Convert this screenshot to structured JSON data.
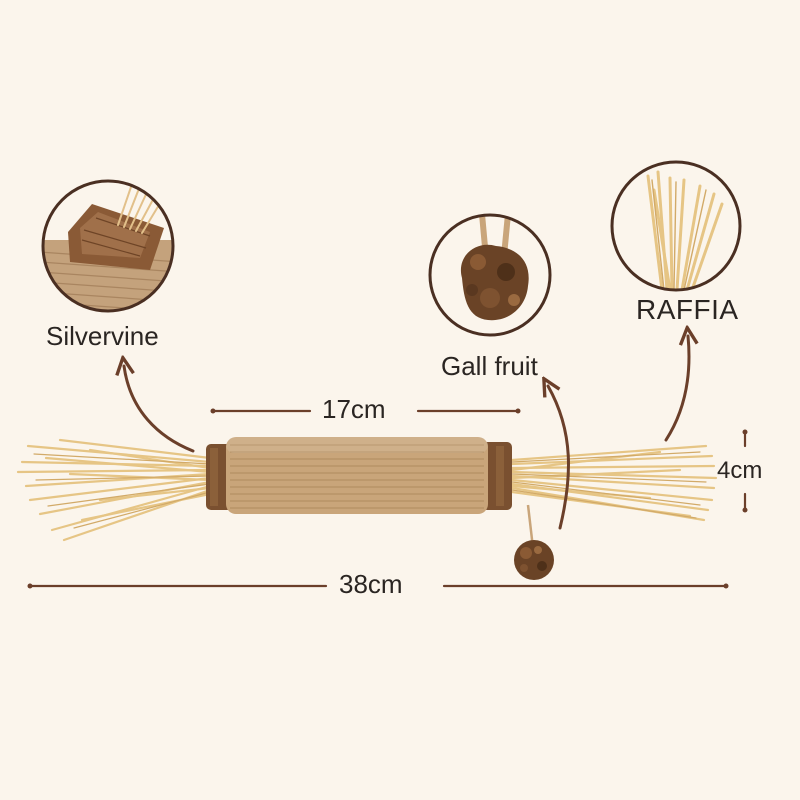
{
  "labels": {
    "silvervine": "Silvervine",
    "gall_fruit": "Gall fruit",
    "raffia": "RAFFIA",
    "length_core": "17cm",
    "length_total": "38cm",
    "diameter": "4cm"
  },
  "colors": {
    "background": "#fbf5ec",
    "circle_outline": "#4a2f22",
    "arrow": "#6b3f2a",
    "raffia": "#e6c585",
    "jute": "#c9a57a",
    "wood": "#7a5030",
    "gall": "#6a4326"
  },
  "icons": [
    "silvervine-closeup-icon",
    "gall-fruit-closeup-icon",
    "raffia-closeup-icon"
  ]
}
